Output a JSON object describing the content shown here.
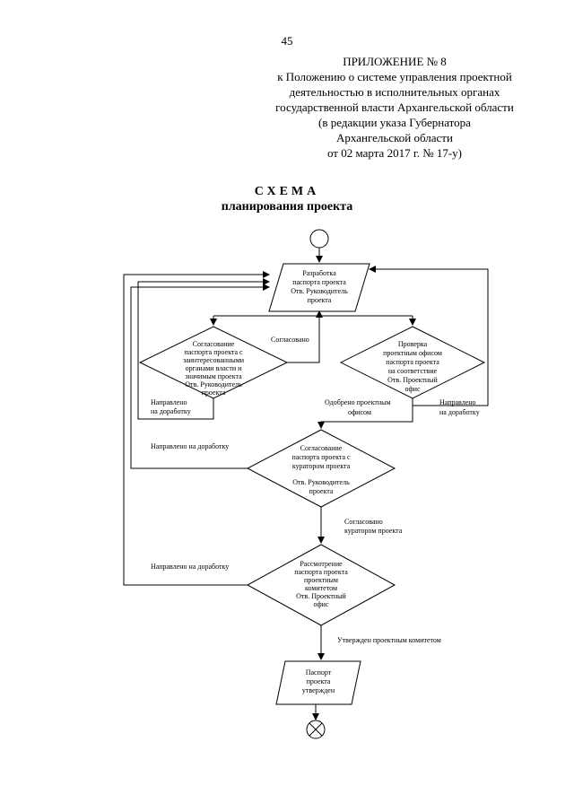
{
  "page_number": "45",
  "header": {
    "lines": [
      "ПРИЛОЖЕНИЕ № 8",
      "к Положению о системе управления проектной",
      "деятельностью в исполнительных органах",
      "государственной власти Архангельской области",
      "(в редакции указа Губернатора",
      "Архангельской области",
      "от 02 марта 2017 г. № 17-у)"
    ]
  },
  "title": "СХЕМА",
  "subtitle": "планирования проекта",
  "diagram": {
    "nodes": {
      "develop": [
        "Разработка",
        "паспорта проекта",
        "Отв. Руководитель",
        "проекта"
      ],
      "agree_interested": [
        "Согласование",
        "паспорта проекта с",
        "заинтересованными",
        "органами власти и",
        "значимым проекта",
        "Отв. Руководитель",
        "проекта"
      ],
      "check_offices": [
        "Проверка",
        "проектным офисом",
        "паспорта проекта",
        "на соответствие",
        "Отв. Проектный",
        "офис"
      ],
      "agree_curator": [
        "Согласование",
        "паспорта проекта с",
        "куратором проекта",
        "",
        "Отв. Руководитель",
        "проекта"
      ],
      "review_committee": [
        "Рассмотрение",
        "паспорта проекта",
        "проектным",
        "комитетом",
        "Отв. Проектный",
        "офис"
      ],
      "approved": [
        "Паспорт",
        "проекта",
        "утвержден"
      ]
    },
    "labels": {
      "agreed": "Согласовано",
      "returned_left": [
        "Направлено",
        "на доработку"
      ],
      "approved_offices": [
        "Одобрено проектным",
        "офисом"
      ],
      "returned_right": [
        "Направлено",
        "на доработку"
      ],
      "returned_curator": "Направлено на доработку",
      "agreed_curator": [
        "Согласовано",
        "куратором проекта"
      ],
      "returned_committee": "Направлено на доработку",
      "approved_committee": "Утвержден проектным комитетом"
    }
  }
}
